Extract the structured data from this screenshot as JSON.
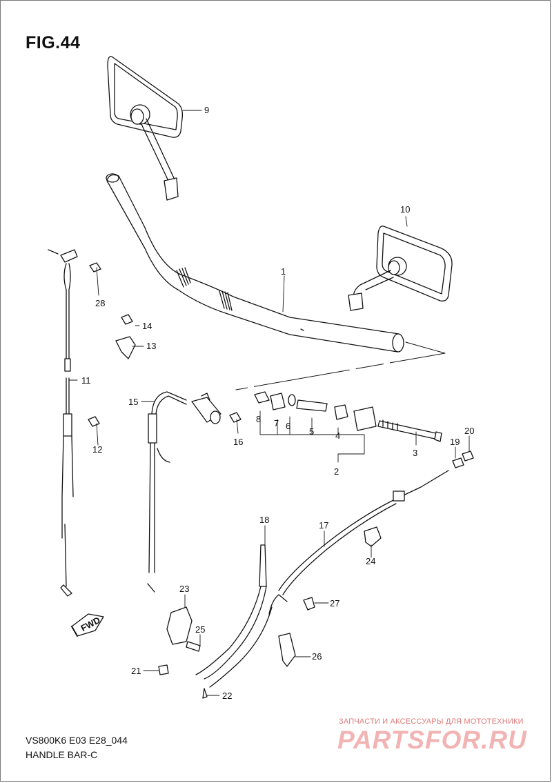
{
  "figure": {
    "title": "FIG.44",
    "model_code": "VS800K6 E03 E28_044",
    "section_name": "HANDLE BAR-C"
  },
  "callouts": [
    "1",
    "2",
    "3",
    "4",
    "5",
    "6",
    "7",
    "8",
    "9",
    "10",
    "11",
    "12",
    "13",
    "14",
    "15",
    "16",
    "17",
    "18",
    "19",
    "20",
    "21",
    "22",
    "23",
    "24",
    "25",
    "26",
    "27",
    "28"
  ],
  "fwd_arrow": {
    "text": "FWD"
  },
  "watermark": {
    "subtitle": "ЗАПЧАСТИ И АКСЕССУАРЫ ДЛЯ МОТОТЕХНИКИ",
    "logo": "PARTSFOR.RU",
    "color": "#e8a0a0"
  }
}
